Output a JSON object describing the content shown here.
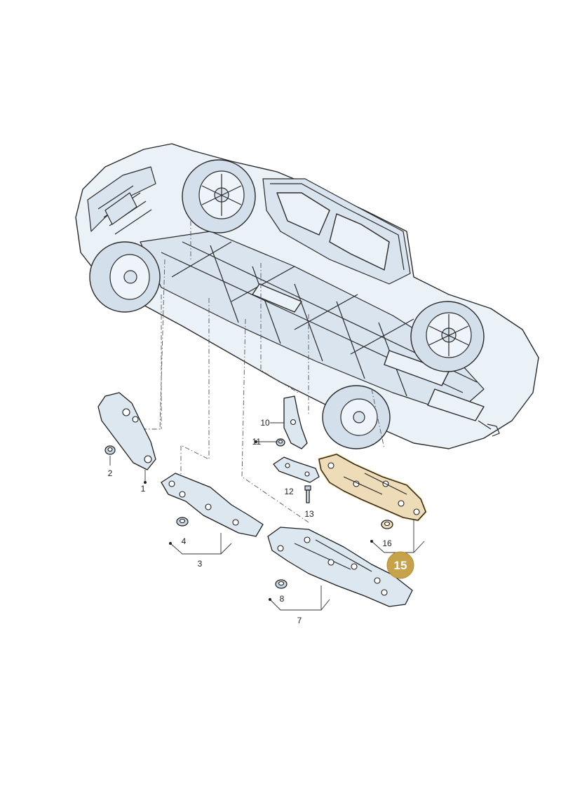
{
  "callouts": {
    "c1": "1",
    "c2": "2",
    "c3": "3",
    "c4": "4",
    "c7": "7",
    "c8": "8",
    "c10": "10",
    "c11": "11",
    "c12": "12",
    "c13": "13",
    "c16": "16"
  },
  "highlight": {
    "label": "15",
    "color": "#c6a24a",
    "part_fill": "#eedcb8"
  },
  "icons": [
    "vehicle-underbody-icon",
    "heat-shield-icon",
    "nut-icon",
    "bolt-icon",
    "bracket-icon"
  ]
}
